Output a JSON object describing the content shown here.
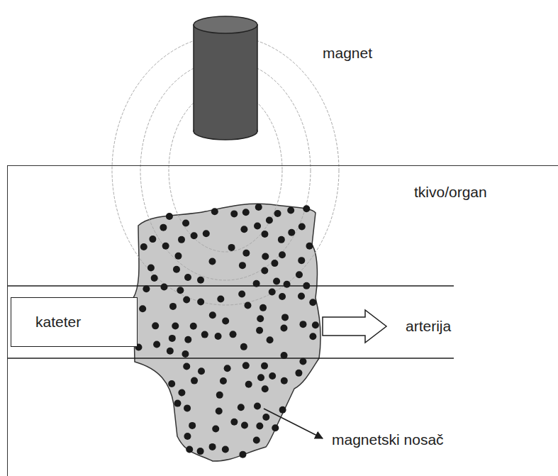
{
  "diagram": {
    "nodes": [
      {
        "text": [
          "tkivo/organ"
        ]
      },
      {
        "text": [
          "kateter"
        ],
        "in": 0
      }
    ],
    "labels": [
      "magnet",
      "arterija",
      "magnetski nosač"
    ]
  }
}
